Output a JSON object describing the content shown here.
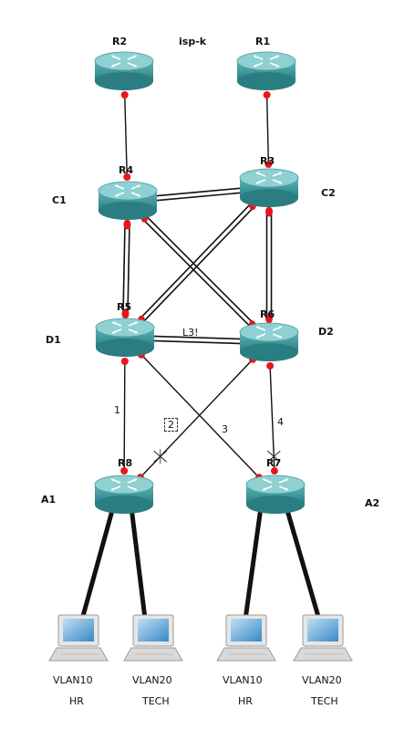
{
  "title": "isp-k",
  "routers": [
    {
      "id": "R2",
      "label": "R2",
      "role": ""
    },
    {
      "id": "R1",
      "label": "R1",
      "role": ""
    },
    {
      "id": "R4",
      "label": "R4",
      "role": "C1"
    },
    {
      "id": "R3",
      "label": "R3",
      "role": "C2"
    },
    {
      "id": "R5",
      "label": "R5",
      "role": "D1"
    },
    {
      "id": "R6",
      "label": "R6",
      "role": "D2"
    },
    {
      "id": "R8",
      "label": "R8",
      "role": "A1"
    },
    {
      "id": "R7",
      "label": "R7",
      "role": "A2"
    }
  ],
  "links": [
    {
      "from": "R2",
      "to": "R4",
      "type": "single"
    },
    {
      "from": "R1",
      "to": "R3",
      "type": "single"
    },
    {
      "from": "R4",
      "to": "R3",
      "type": "double"
    },
    {
      "from": "R4",
      "to": "R5",
      "type": "double"
    },
    {
      "from": "R3",
      "to": "R6",
      "type": "double"
    },
    {
      "from": "R4",
      "to": "R6",
      "type": "double"
    },
    {
      "from": "R3",
      "to": "R5",
      "type": "double"
    },
    {
      "from": "R5",
      "to": "R6",
      "type": "double",
      "label": "L3!"
    },
    {
      "from": "R5",
      "to": "R8",
      "type": "single",
      "label": "1"
    },
    {
      "from": "R6",
      "to": "R8",
      "type": "single",
      "label": "2",
      "blocked": true
    },
    {
      "from": "R5",
      "to": "R7",
      "type": "single",
      "label": "3"
    },
    {
      "from": "R6",
      "to": "R7",
      "type": "single",
      "label": "4",
      "blocked": true
    }
  ],
  "hosts": [
    {
      "vlan": "VLAN10",
      "dept": "HR"
    },
    {
      "vlan": "VLAN20",
      "dept": "TECH"
    },
    {
      "vlan": "VLAN10",
      "dept": "HR"
    },
    {
      "vlan": "VLAN20",
      "dept": "TECH"
    }
  ],
  "colors": {
    "router": "#3d9ea0",
    "router_top": "#8fd0d2",
    "port": "#e8161c",
    "cable": "#111111"
  }
}
